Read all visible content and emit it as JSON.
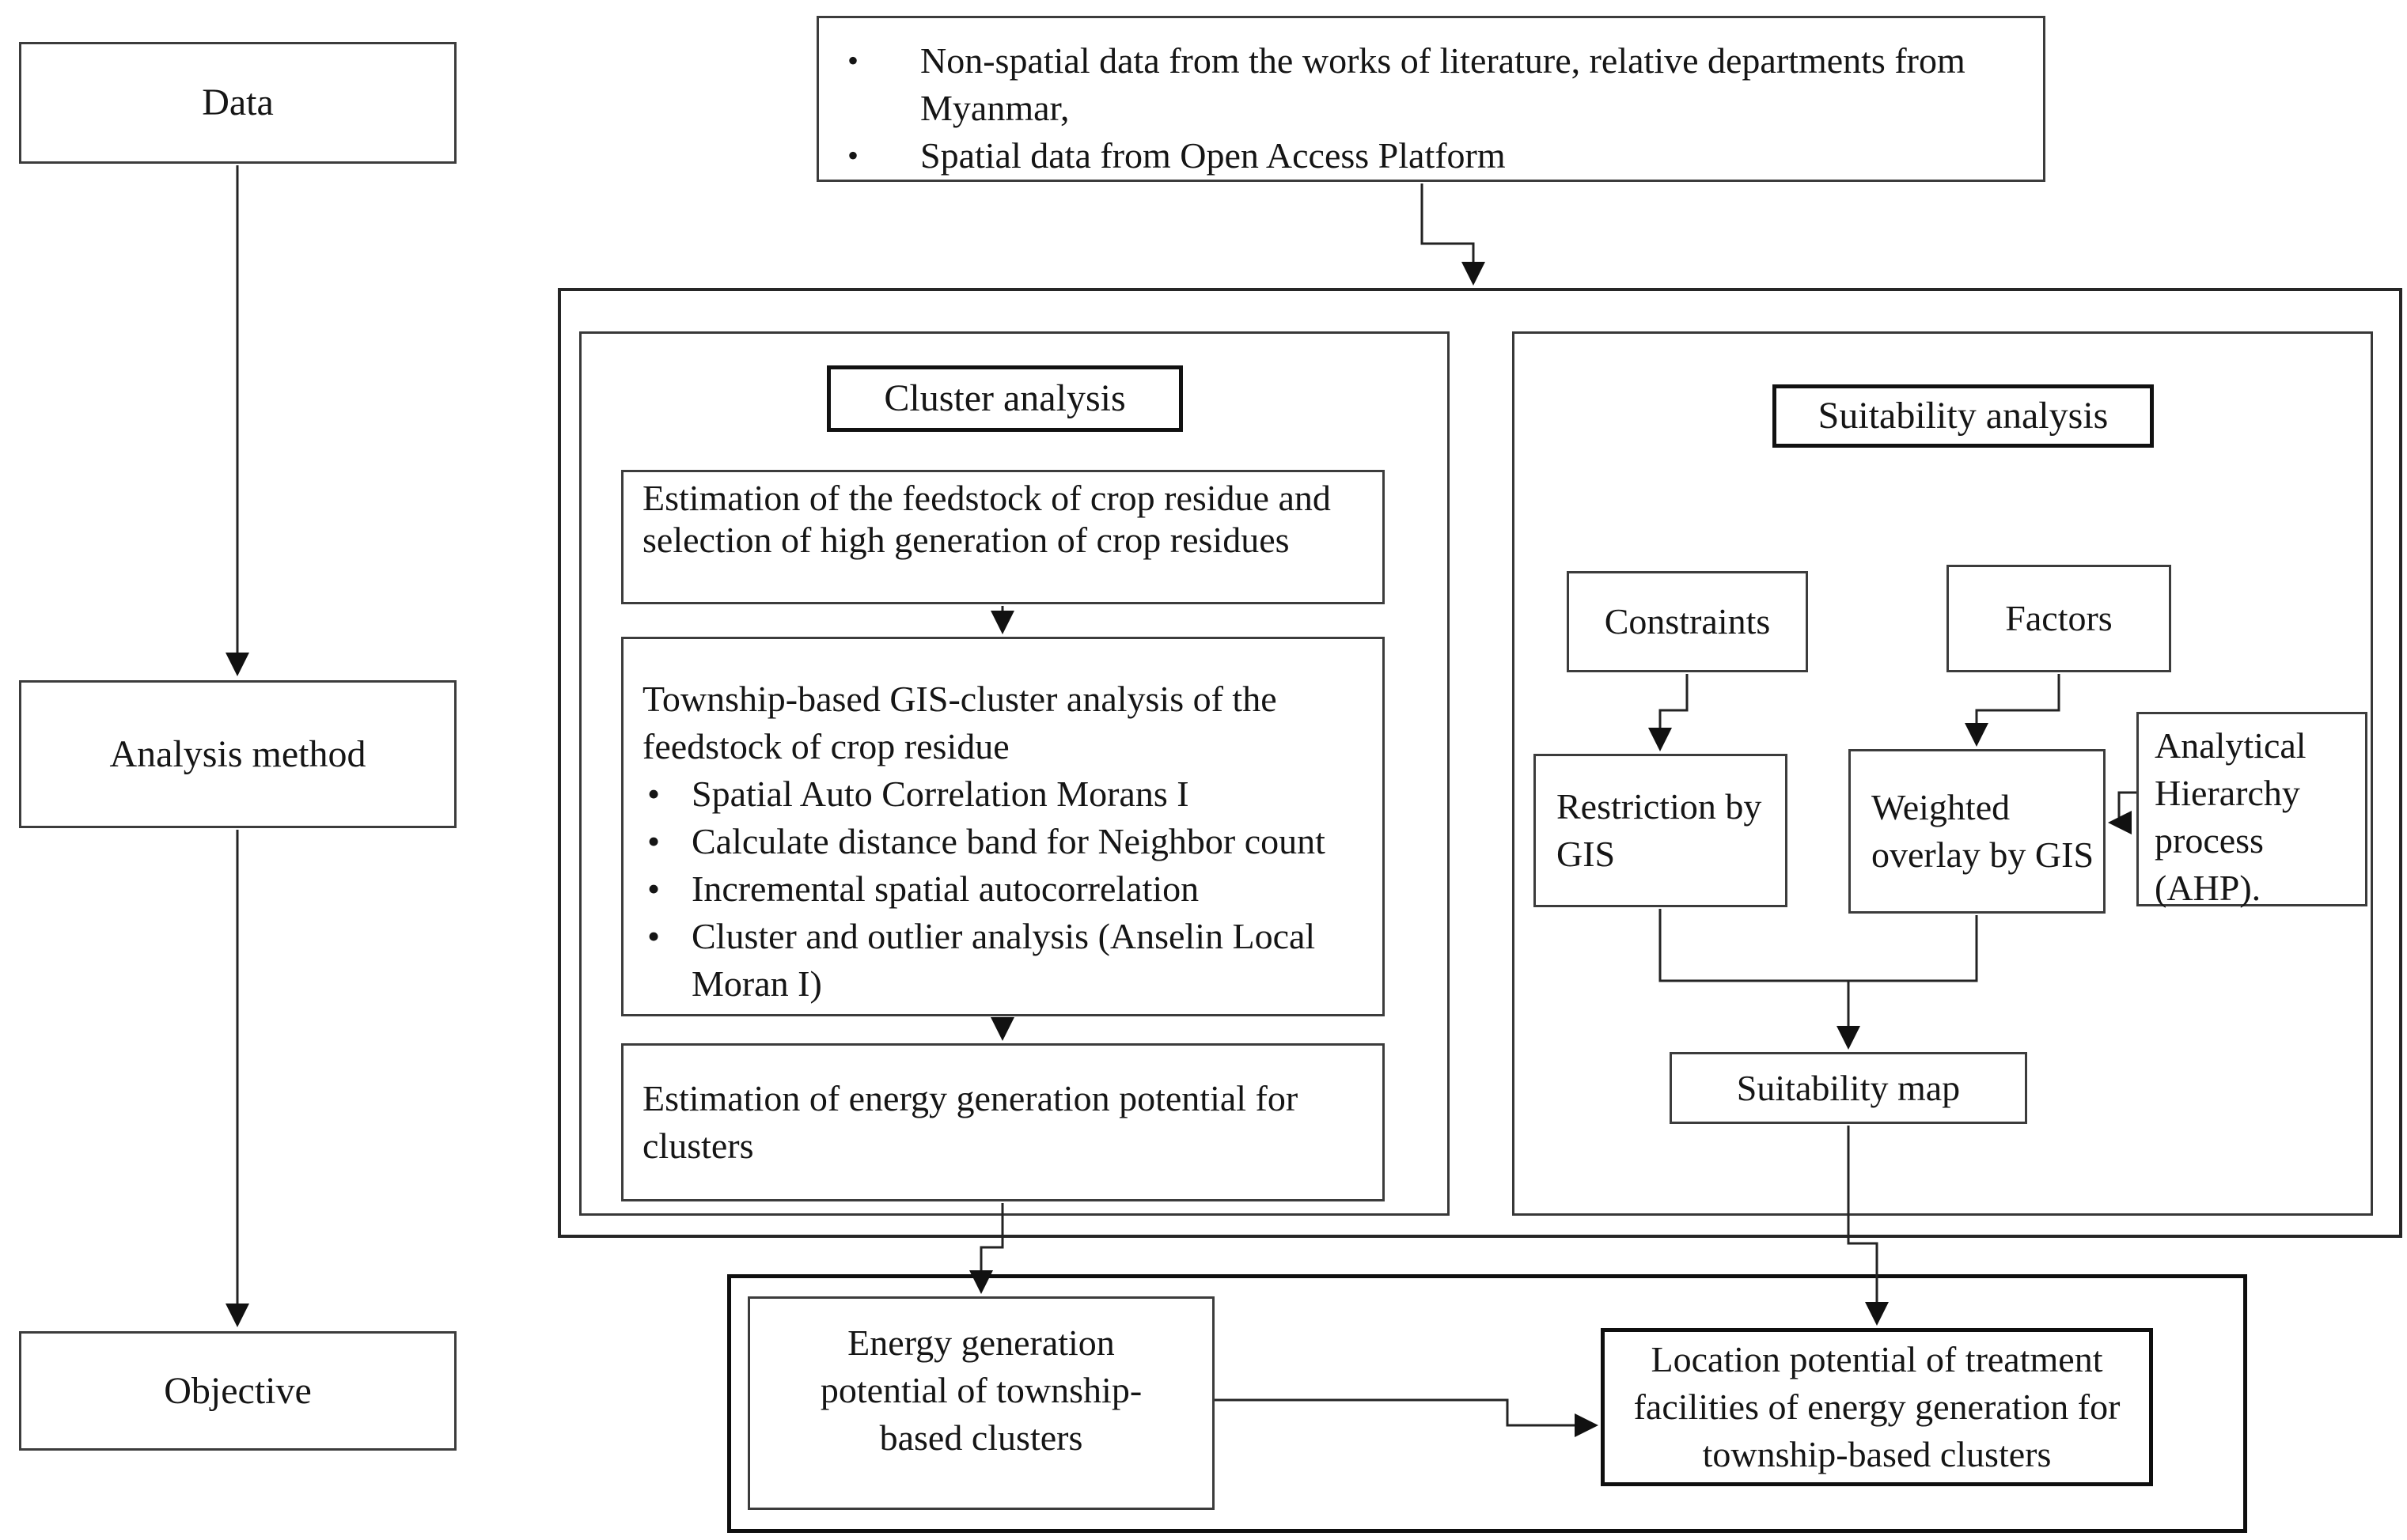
{
  "diagram": {
    "stages": {
      "data": "Data",
      "analysis_method": "Analysis method",
      "objective": "Objective"
    },
    "data_sources": {
      "bullets": [
        "Non-spatial data from the works of literature, relative departments from Myanmar,",
        "Spatial data from Open Access Platform"
      ]
    },
    "cluster_analysis": {
      "title": "Cluster analysis",
      "step_feedstock": "Estimation of the feedstock of crop residue and selection of high generation of crop residues",
      "step_gis_intro": "Township-based GIS-cluster analysis of the feedstock of crop residue",
      "step_gis_bullets": [
        "Spatial Auto Correlation Morans I",
        "Calculate distance band for Neighbor count",
        "Incremental spatial autocorrelation",
        "Cluster and outlier analysis (Anselin Local Moran I)"
      ],
      "step_energy": "Estimation of energy generation potential for clusters"
    },
    "suitability_analysis": {
      "title": "Suitability analysis",
      "constraints": "Constraints",
      "factors": "Factors",
      "restriction_gis": "Restriction by GIS",
      "weighted_overlay_gis": "Weighted overlay by GIS",
      "ahp": "Analytical Hierarchy process (AHP).",
      "suitability_map": "Suitability map"
    },
    "results": {
      "energy_generation": "Energy generation potential of township-based clusters",
      "location_potential": "Location potential of treatment facilities of energy generation for township-based clusters"
    }
  }
}
